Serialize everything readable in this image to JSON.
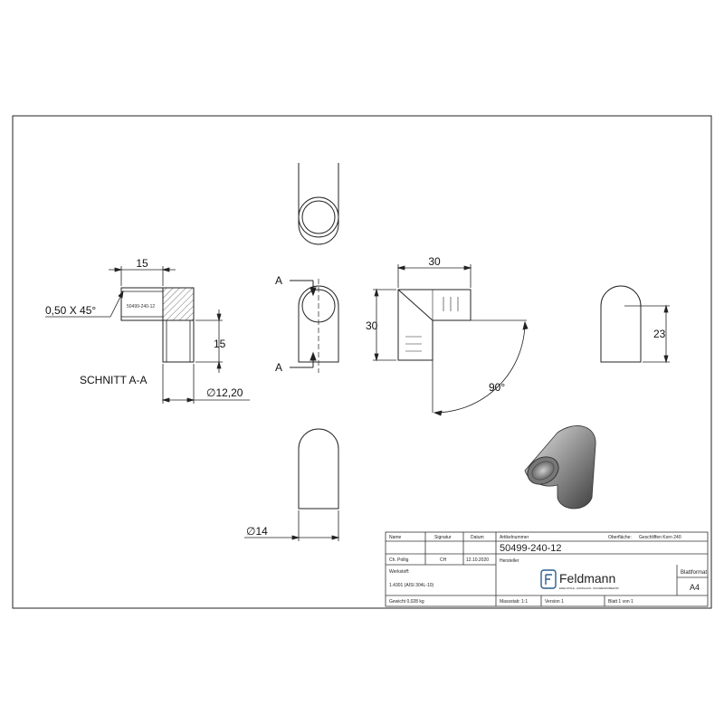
{
  "drawing": {
    "section_label": "SCHNITT A-A",
    "chamfer_label": "0,50 X 45°",
    "dim_width_15": "15",
    "dim_height_15": "15",
    "dim_dia_1220": "∅12,20",
    "cut_marker_top": "A",
    "cut_marker_bottom": "A",
    "dim_30_top": "30",
    "dim_30_left": "30",
    "dim_angle": "90°",
    "dim_23": "23",
    "dim_dia_14": "∅14"
  },
  "title_block": {
    "col_name": "Name",
    "col_signatur": "Signatur",
    "col_datum": "Datum",
    "col_artikelnummer": "Artikelnummer",
    "col_oberflaeche": "Oberfläche:",
    "oberflaeche_value": "Geschliffen Korn 240",
    "name_value": "Ch. Pollig",
    "signatur_value": "CH",
    "datum_value": "12.10.2020",
    "article_number": "50499-240-12",
    "hersteller_label": "Hersteller",
    "werkstoff_label": "Werkstoff:",
    "werkstoff_value": "1.4301 (AISI 304L-10)",
    "blattformat_label": "Blattformat",
    "blattformat_value": "A4",
    "gewicht": "Gewicht 0,028 kg",
    "massstab": "Massstab: 1:1",
    "version": "Version 1",
    "blatt": "Blatt 1 von 1",
    "logo_text": "Feldmann",
    "logo_tagline": "EDELSTAHL- HANDLAUF- SCHWEIßZUBEHÖR"
  }
}
